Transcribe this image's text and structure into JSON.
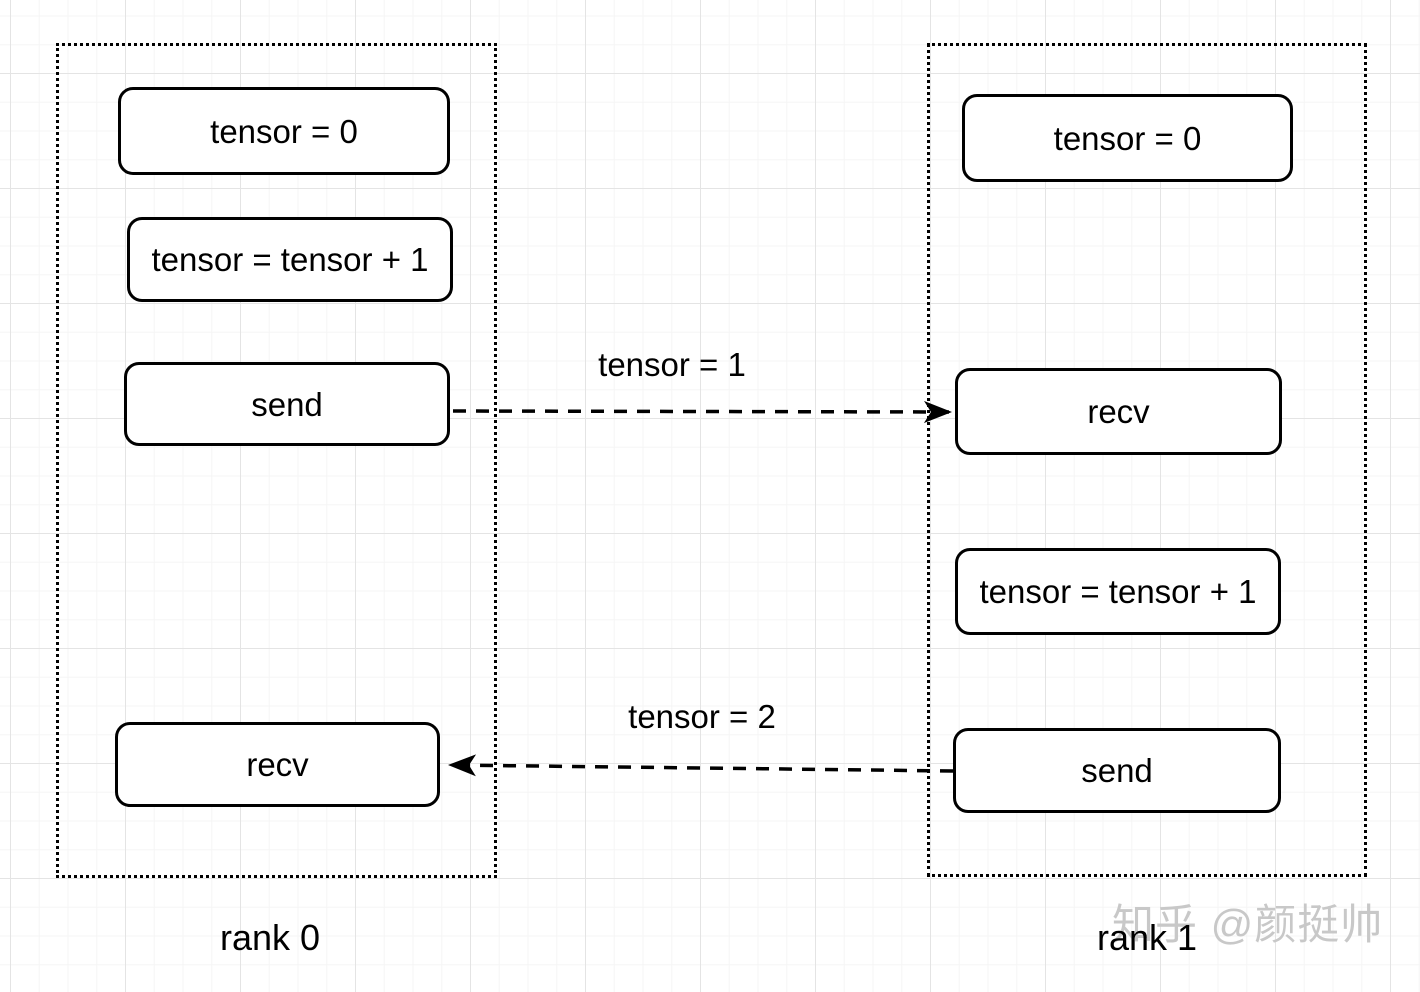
{
  "diagram": {
    "groups": [
      {
        "label": "rank 0",
        "nodes": [
          "tensor = 0",
          "tensor = tensor + 1",
          "send",
          "recv"
        ]
      },
      {
        "label": "rank 1",
        "nodes": [
          "tensor = 0",
          "recv",
          "tensor = tensor + 1",
          "send"
        ]
      }
    ],
    "arrows": [
      {
        "label": "tensor = 1",
        "direction": "left-to-right"
      },
      {
        "label": "tensor = 2",
        "direction": "right-to-left"
      }
    ],
    "watermark": "知乎 @颜挺帅",
    "colors": {
      "background": "#ffffff",
      "node_fill": "#ffffff",
      "node_border": "#000000",
      "text": "#000000",
      "arrow": "#000000",
      "watermark": "#c8c8c8",
      "grid_major": "#e4e4e4",
      "grid_minor": "#f5f5f5"
    }
  }
}
